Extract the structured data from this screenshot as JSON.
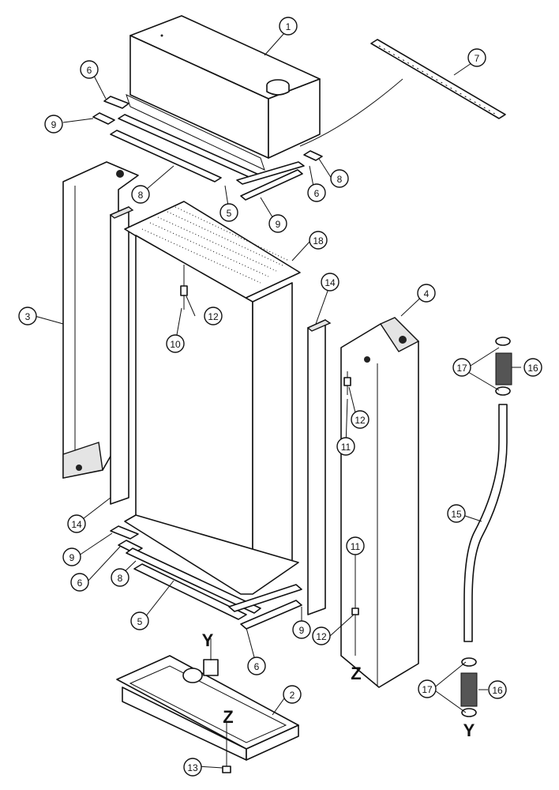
{
  "callouts": [
    {
      "id": "c1",
      "label": "1"
    },
    {
      "id": "c2",
      "label": "2"
    },
    {
      "id": "c3",
      "label": "3"
    },
    {
      "id": "c4",
      "label": "4"
    },
    {
      "id": "c5a",
      "label": "5"
    },
    {
      "id": "c5b",
      "label": "5"
    },
    {
      "id": "c6a",
      "label": "6"
    },
    {
      "id": "c6b",
      "label": "6"
    },
    {
      "id": "c6c",
      "label": "6"
    },
    {
      "id": "c6d",
      "label": "6"
    },
    {
      "id": "c7",
      "label": "7"
    },
    {
      "id": "c8a",
      "label": "8"
    },
    {
      "id": "c8b",
      "label": "8"
    },
    {
      "id": "c8c",
      "label": "8"
    },
    {
      "id": "c9a",
      "label": "9"
    },
    {
      "id": "c9b",
      "label": "9"
    },
    {
      "id": "c9c",
      "label": "9"
    },
    {
      "id": "c9d",
      "label": "9"
    },
    {
      "id": "c10",
      "label": "10"
    },
    {
      "id": "c11a",
      "label": "11"
    },
    {
      "id": "c11b",
      "label": "11"
    },
    {
      "id": "c12a",
      "label": "12"
    },
    {
      "id": "c12b",
      "label": "12"
    },
    {
      "id": "c12c",
      "label": "12"
    },
    {
      "id": "c13",
      "label": "13"
    },
    {
      "id": "c14a",
      "label": "14"
    },
    {
      "id": "c14b",
      "label": "14"
    },
    {
      "id": "c15",
      "label": "15"
    },
    {
      "id": "c16a",
      "label": "16"
    },
    {
      "id": "c16b",
      "label": "16"
    },
    {
      "id": "c17a",
      "label": "17"
    },
    {
      "id": "c17b",
      "label": "17"
    },
    {
      "id": "c18",
      "label": "18"
    }
  ],
  "reference_letters": {
    "y_top": "Y",
    "z_top": "Z",
    "z_bottom": "Z",
    "y_bottom": "Y"
  }
}
